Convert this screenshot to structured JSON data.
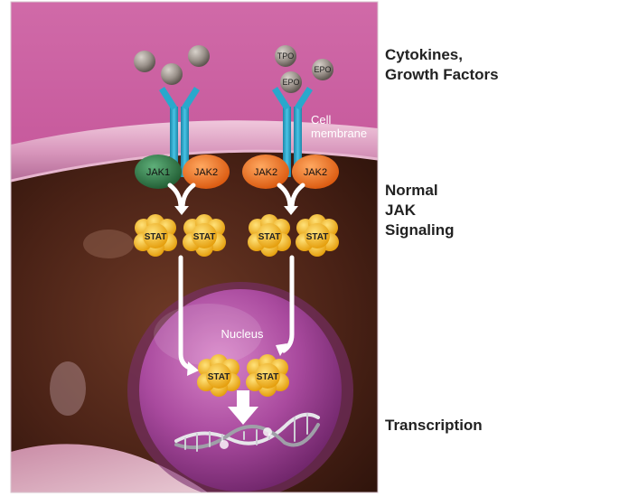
{
  "side_labels": {
    "cytokines": [
      "Cytokines,",
      "Growth Factors"
    ],
    "signaling": [
      "Normal",
      "JAK",
      "Signaling"
    ],
    "transcription": "Transcription"
  },
  "ligands": {
    "tpo": "TPO",
    "epo_1": "EPO",
    "epo_2": "EPO"
  },
  "membrane_label": [
    "Cell",
    "membrane"
  ],
  "jak": {
    "left_pair": [
      "JAK1",
      "JAK2"
    ],
    "right_pair": [
      "JAK2",
      "JAK2"
    ]
  },
  "stat_label": "STAT",
  "nucleus_label": "Nucleus",
  "colors": {
    "extracellular_pink": "#c8579a",
    "cytoplasm_brown": "#5a2c1c",
    "receptor_cyan": "#29a8cc",
    "jak1_green": "#2f7a44",
    "jak2_orange": "#f07a22",
    "stat_yellow": "#f2b51c",
    "nucleus_purple": "#a0449a"
  }
}
